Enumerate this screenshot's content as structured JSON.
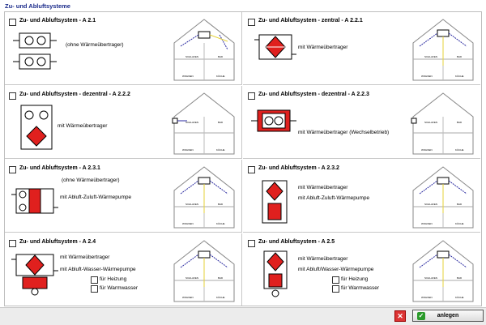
{
  "title": "Zu- und Abluftsysteme",
  "systems": [
    {
      "heading": "Zu- und Abluftsystem  -  A 2.1",
      "notes": [
        "(ohne Wärmeübertrager)"
      ]
    },
    {
      "heading": "Zu- und Abluftsystem - zentral  -  A 2.2.1",
      "notes": [
        "mit Wärmeübertrager"
      ]
    },
    {
      "heading": "Zu- und Abluftsystem - dezentral  -  A 2.2.2",
      "notes": [
        "mit Wärmeübertrager"
      ]
    },
    {
      "heading": "Zu- und Abluftsystem - dezentral  -  A 2.2.3",
      "notes": [
        "mit Wärmeübertrager (Wechselbetrieb)"
      ]
    },
    {
      "heading": "Zu- und Abluftsystem  -  A 2.3.1",
      "notes": [
        "(ohne Wärmeübertrager)",
        "mit Abluft-Zuluft-Wärmepumpe"
      ]
    },
    {
      "heading": "Zu- und Abluftsystem  -  A 2.3.2",
      "notes": [
        "mit Wärmeübertrager",
        "mit Abluft-Zuluft-Wärmepumpe"
      ]
    },
    {
      "heading": "Zu- und Abluftsystem  -  A 2.4",
      "notes": [
        "mit Wärmeübertrager",
        "mit Abluft-Wasser-Wärmepumpe"
      ],
      "options": [
        "für Heizung",
        "für Warmwasser"
      ]
    },
    {
      "heading": "Zu- und Abluftsystem  -  A 2.5",
      "notes": [
        "mit Wärmeübertrager",
        "mit Abluft/Wasser-Wärmepumpe"
      ],
      "options": [
        "für Heizung",
        "für Warmwasser"
      ]
    }
  ],
  "house_labels": {
    "schlafen": "SCHLAFEN",
    "bad": "BAD",
    "wohnen": "WOHNEN",
    "kueche": "KÜCHE"
  },
  "buttons": {
    "cancel_icon": "close-icon",
    "ok_label": "anlegen",
    "ok_icon": "check-icon"
  },
  "colors": {
    "accent_red": "#e0201e",
    "title_blue": "#1a2a8a",
    "duct_blue": "#2a2aa0",
    "duct_yellow": "#e6d23a"
  }
}
